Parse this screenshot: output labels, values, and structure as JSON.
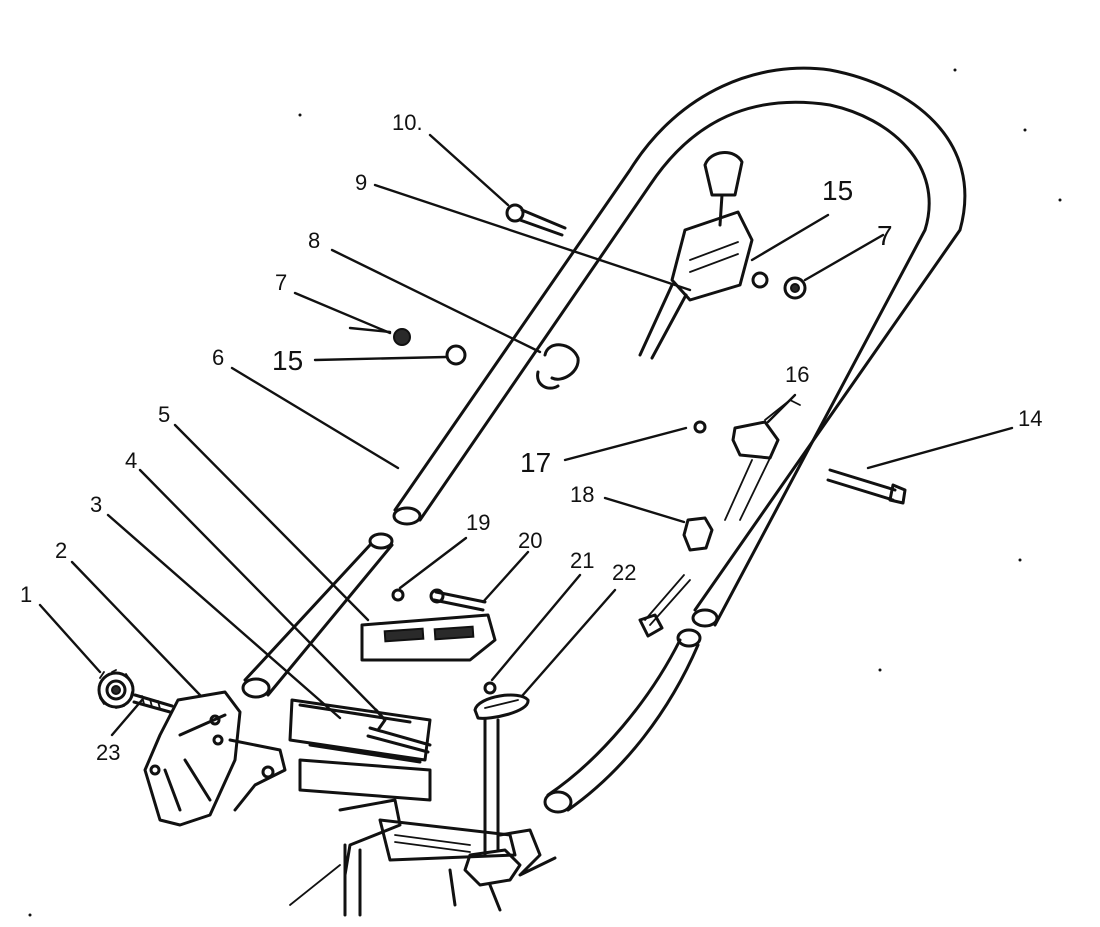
{
  "labels": {
    "p1": "1",
    "p2": "2",
    "p3": "3",
    "p4": "4",
    "p5": "5",
    "p6": "6",
    "p7a": "7",
    "p7b": "7",
    "p8": "8",
    "p9": "9",
    "p10": "10.",
    "p14": "14",
    "p15a": "15",
    "p15b": "15",
    "p16": "16",
    "p17": "17",
    "p18": "18",
    "p19": "19",
    "p20": "20",
    "p21": "21",
    "p22": "22",
    "p23": "23"
  },
  "colors": {
    "ink": "#111111",
    "paper": "#ffffff"
  }
}
